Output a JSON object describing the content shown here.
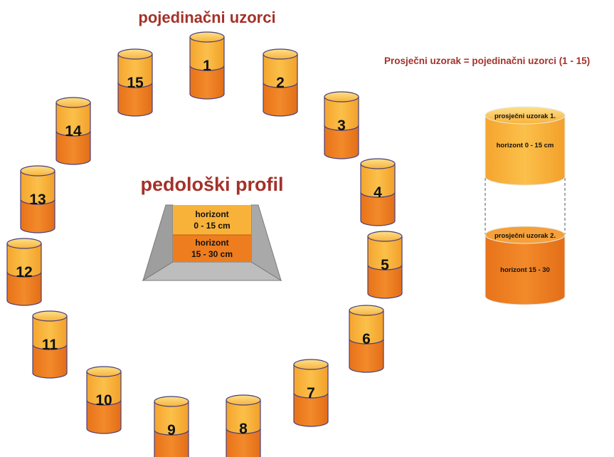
{
  "title": "pojedinačni uzorci",
  "formula": "Prosječni uzorak = pojedinačni uzorci (1 - 15)",
  "profile": {
    "title": "pedološki profil",
    "upper_line1": "horizont",
    "upper_line2": "0 - 15 cm",
    "lower_line1": "horizont",
    "lower_line2": "15 - 30 cm"
  },
  "composite": {
    "upper_label": "prosječni uzorak 1.",
    "upper_horizon": "horizont 0 - 15 cm",
    "lower_label": "prosječni uzorak 2.",
    "lower_horizon": "horizont 15 - 30"
  },
  "samples": [
    "1",
    "2",
    "3",
    "4",
    "5",
    "6",
    "7",
    "8",
    "9",
    "10",
    "11",
    "12",
    "13",
    "14",
    "15"
  ],
  "colors": {
    "title": "#a3322a",
    "cyl_light": "#f8b23a",
    "cyl_dark": "#ee7d1f",
    "outline": "#4a3f7a",
    "profile_gray": "#a8a8a8"
  }
}
